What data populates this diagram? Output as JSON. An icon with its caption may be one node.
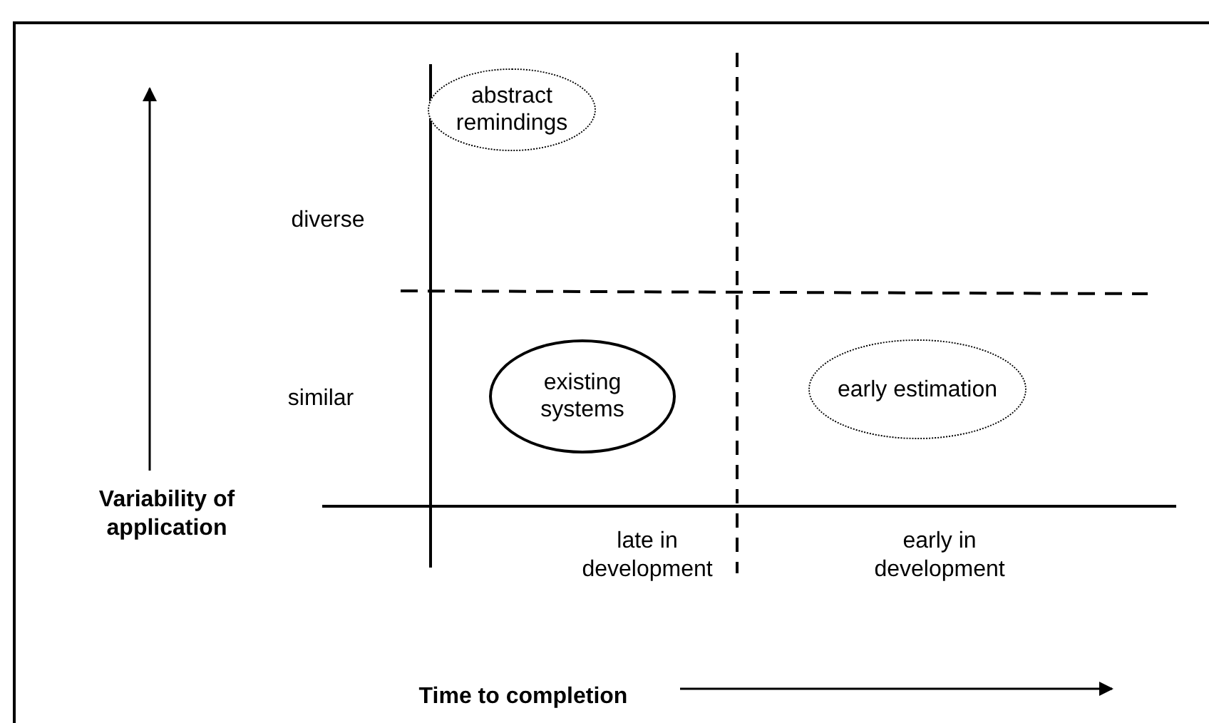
{
  "diagram": {
    "nodes": [
      {
        "text": [
          "abstract remindings"
        ]
      },
      {
        "text": [
          "existing systems"
        ]
      },
      {
        "text": [
          "early estimation"
        ]
      }
    ],
    "labels": [
      "diverse",
      "similar",
      "Variability of application",
      "late in development",
      "early in development",
      "Time to completion"
    ]
  }
}
